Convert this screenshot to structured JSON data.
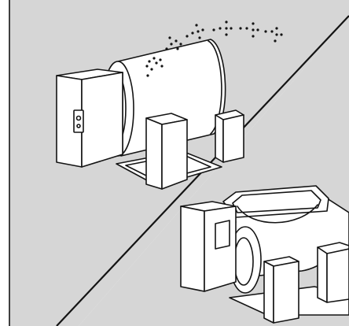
{
  "illustration": {
    "panels": [
      {
        "name": "top-panel",
        "depicts": "tumbling-drum-machine-on-stand"
      },
      {
        "name": "bottom-panel",
        "depicts": "open-trough-machine-on-stand"
      }
    ],
    "icons": [
      "dotted-arrow-icon",
      "control-panel-icon"
    ]
  },
  "colors": {
    "panel_background": "#d6d6d6",
    "line": "#141414",
    "machine_fill": "#ffffff"
  }
}
